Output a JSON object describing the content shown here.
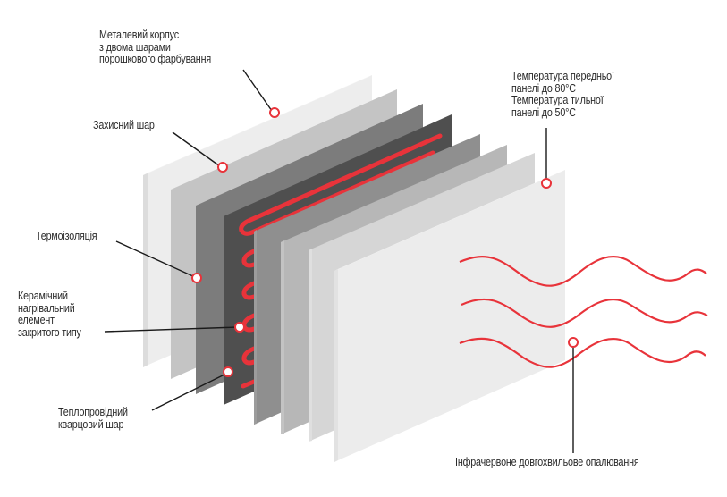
{
  "diagram": {
    "type": "exploded-layer-diagram",
    "subject": "Infrared ceramic heating panel construction",
    "colors": {
      "accent": "#e8333a",
      "leader_line": "#1a1a1a",
      "text": "#2b2b2b",
      "panel_back": "#ededed",
      "panel_protective": "#c4c4c4",
      "panel_insulation": "#7c7c7c",
      "panel_heating": "#4f4f4f",
      "panel_quartz": "#8f8f8f",
      "panel_layer6": "#b7b7b7",
      "panel_layer7": "#d6d6d6",
      "panel_front": "#ececec"
    },
    "layers": [
      {
        "id": "metal-case",
        "color_key": "panel_back"
      },
      {
        "id": "protective-layer",
        "color_key": "panel_protective"
      },
      {
        "id": "thermal-insulation",
        "color_key": "panel_insulation"
      },
      {
        "id": "ceramic-heating-element",
        "color_key": "panel_heating"
      },
      {
        "id": "quartz-layer",
        "color_key": "panel_quartz"
      },
      {
        "id": "layer-6",
        "color_key": "panel_layer6"
      },
      {
        "id": "layer-7",
        "color_key": "panel_layer7"
      },
      {
        "id": "front-panel",
        "color_key": "panel_front"
      }
    ],
    "wave_count": 3
  },
  "labels": {
    "metal_case": [
      "Металевий корпус",
      "з двома шарами",
      "порошкового фарбування"
    ],
    "protective_layer": [
      "Захисний шар"
    ],
    "thermal_insulation": [
      "Термоізоляція"
    ],
    "heating_element": [
      "Керамічний",
      "нагрівальний",
      "елемент",
      "закритого типу"
    ],
    "quartz_layer": [
      "Теплопровідний",
      "кварцовий шар"
    ],
    "temperature": [
      "Температура передньої",
      "панелі до 80°С",
      "Температура тильної",
      "панелі до 50°С"
    ],
    "infrared": [
      "Інфрачервоне довгохвильове опалювання"
    ]
  }
}
